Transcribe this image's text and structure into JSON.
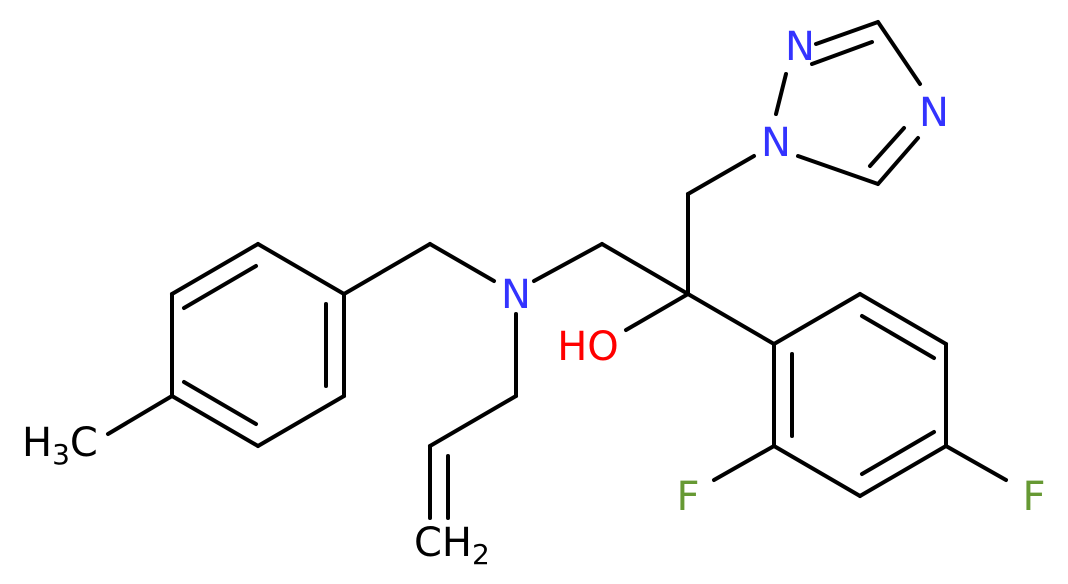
{
  "molecule": {
    "atoms": {
      "n_triazole_1": {
        "symbol": "N",
        "color": "#3333ff"
      },
      "n_triazole_2": {
        "symbol": "N",
        "color": "#3333ff"
      },
      "n_triazole_4": {
        "symbol": "N",
        "color": "#3333ff"
      },
      "n_amine": {
        "symbol": "N",
        "color": "#3333ff"
      },
      "oh": {
        "symbol": "HO",
        "color": "#ff0000"
      },
      "f_ortho": {
        "symbol": "F",
        "color": "#669933"
      },
      "f_para": {
        "symbol": "F",
        "color": "#669933"
      },
      "methyl": {
        "main": "H",
        "sub": "3",
        "tail": "C",
        "color": "#000000"
      },
      "vinyl_ch2": {
        "main": "CH",
        "sub": "2",
        "color": "#000000"
      }
    }
  }
}
